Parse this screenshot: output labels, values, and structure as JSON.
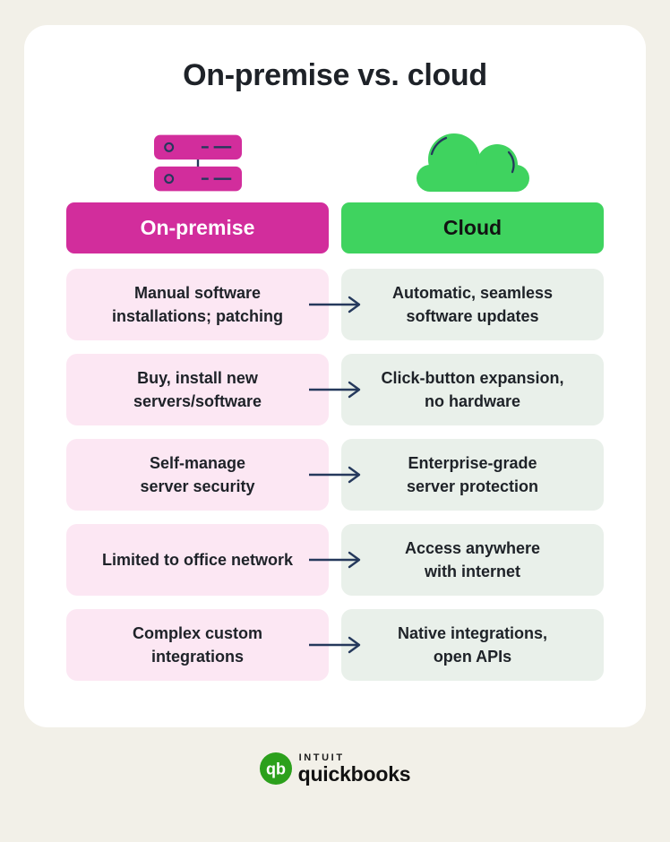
{
  "title": "On-premise vs. cloud",
  "columns": {
    "onprem": {
      "label": "On-premise",
      "icon": "server-icon",
      "color": "#D22D9C"
    },
    "cloud": {
      "label": "Cloud",
      "icon": "cloud-icon",
      "color": "#3FD35F"
    }
  },
  "rows": [
    {
      "left": "Manual software\ninstallations; patching",
      "right": "Automatic, seamless\nsoftware updates"
    },
    {
      "left": "Buy, install new\nservers/software",
      "right": "Click-button expansion,\nno hardware"
    },
    {
      "left": "Self-manage\nserver security",
      "right": "Enterprise-grade\nserver protection"
    },
    {
      "left": "Limited to office network",
      "right": "Access anywhere\nwith internet"
    },
    {
      "left": "Complex custom\nintegrations",
      "right": "Native integrations,\nopen APIs"
    }
  ],
  "footer": {
    "monogram": "qb",
    "brand_intuit": "INTUIT",
    "brand_quickbooks": "quickbooks",
    "logo_icon": "quickbooks-logo-icon"
  },
  "icons": {
    "left_column": "server-icon",
    "right_column": "cloud-icon",
    "row_connector": "arrow-right-icon"
  },
  "colors": {
    "background": "#F2F0E8",
    "card": "#FFFFFF",
    "magenta": "#D22D9C",
    "magenta_light": "#FCE7F3",
    "green": "#3FD35F",
    "green_light": "#E9F0EA",
    "navy": "#25395C",
    "text": "#1E2228",
    "qb_green": "#2CA01C"
  }
}
